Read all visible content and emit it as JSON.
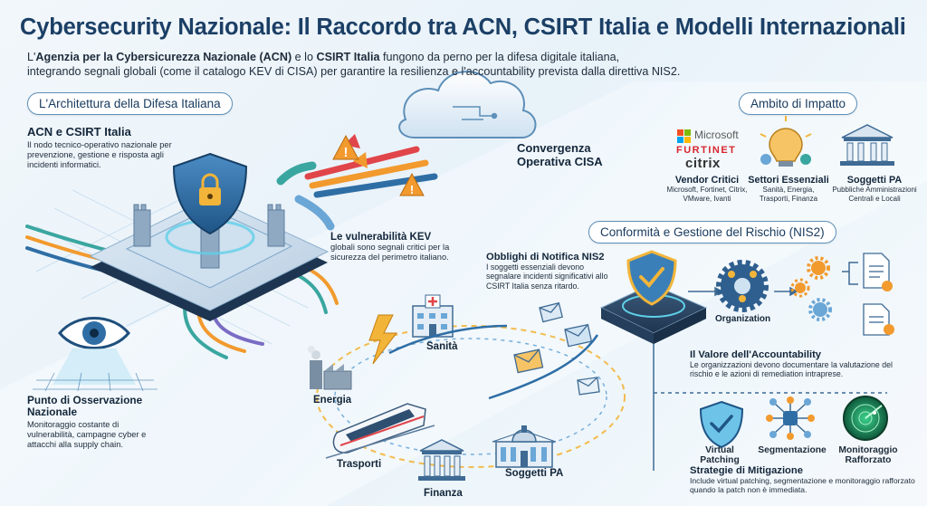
{
  "header": {
    "title": "Cybersecurity Nazionale: Il Raccordo tra ACN, CSIRT Italia e Modelli Internazionali",
    "intro_pre": "L'",
    "intro_acn": "Agenzia per la Cybersicurezza Nazionale (ACN)",
    "intro_mid": " e lo ",
    "intro_csirt": "CSIRT Italia",
    "intro_line1_end": " fungono da perno per la difesa digitale italiana,",
    "intro_line2": "integrando segnali globali (come il catalogo KEV di CISA) per garantire la resilienza e l'accountability prevista dalla direttiva NIS2."
  },
  "left": {
    "section_title": "L'Architettura della Difesa Italiana",
    "acn_title": "ACN e CSIRT Italia",
    "acn_desc": "Il nodo tecnico-operativo nazionale per prevenzione, gestione e risposta agli incidenti informatici.",
    "kev_title": "Le vulnerabilità KEV",
    "kev_desc": "globali sono segnali critici per la sicurezza del perimetro italiano.",
    "cisa_title": "Convergenza Operativa CISA",
    "obs_title": "Punto di Osservazione Nazionale",
    "obs_desc": "Monitoraggio costante di vulnerabilità, campagne cyber e attacchi alla supply chain."
  },
  "impact": {
    "section_title": "Ambito di Impatto",
    "logo_microsoft": "Microsoft",
    "logo_fortinet": "FURTINET",
    "logo_citrix": "citrix",
    "vendor_title": "Vendor Critici",
    "vendor_desc": "Microsoft, Fortinet, Citrix, VMware, Ivanti",
    "settori_title": "Settori Essenziali",
    "settori_desc": "Sanità, Energia, Trasporti, Finanza",
    "pa_title": "Soggetti PA",
    "pa_desc": "Pubbliche Amministrazioni Centrali e Locali"
  },
  "nis2": {
    "section_title": "Conformità e Gestione del Rischio (NIS2)",
    "obblighi_title": "Obblighi di Notifica NIS2",
    "obblighi_desc": "I soggetti essenziali devono segnalare incidenti significativi allo CSIRT Italia senza ritardo.",
    "organization": "Organization",
    "account_title": "Il Valore dell'Accountability",
    "account_desc": "Le organizzazioni devono documentare la valutazione del rischio e le azioni di remediation intraprese.",
    "vp_label": "Virtual Patching",
    "seg_label": "Segmentazione",
    "mon_label": "Monitoraggio Rafforzato",
    "strat_title": "Strategie di Mitigazione",
    "strat_desc": "Include virtual patching, segmentazione e monitoraggio rafforzato quando la patch non è immediata."
  },
  "sectors": {
    "sanita": "Sanità",
    "energia": "Energia",
    "trasporti": "Trasporti",
    "finanza": "Finanza",
    "soggetti_pa": "Soggetti PA"
  },
  "colors": {
    "title": "#1b3f66",
    "shield": "#2f6ea5",
    "accent_orange": "#f29a2e",
    "accent_teal": "#3aa6a0"
  }
}
